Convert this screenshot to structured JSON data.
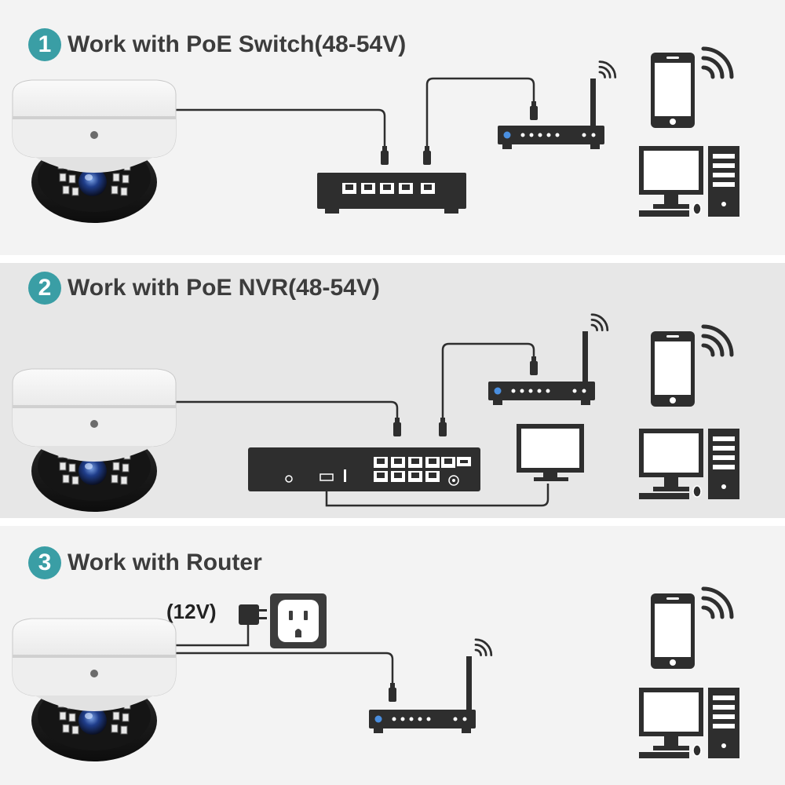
{
  "colors": {
    "accent": "#3a9ea5",
    "device_dark": "#2e2e2e",
    "panel_1_bg": "#f3f3f3",
    "panel_2_bg": "#e7e7e7",
    "panel_3_bg": "#f3f3f3"
  },
  "sections": [
    {
      "number": "1",
      "title": "Work with PoE Switch(48-54V)"
    },
    {
      "number": "2",
      "title": "Work with PoE NVR(48-54V)"
    },
    {
      "number": "3",
      "title": "Work with Router"
    }
  ],
  "power_label": "(12V)",
  "icons": [
    "dome-camera-icon",
    "poe-switch-icon",
    "router-icon",
    "wifi-icon",
    "smartphone-icon",
    "desktop-computer-icon",
    "nvr-icon",
    "monitor-icon",
    "power-adapter-icon",
    "wall-outlet-icon"
  ]
}
